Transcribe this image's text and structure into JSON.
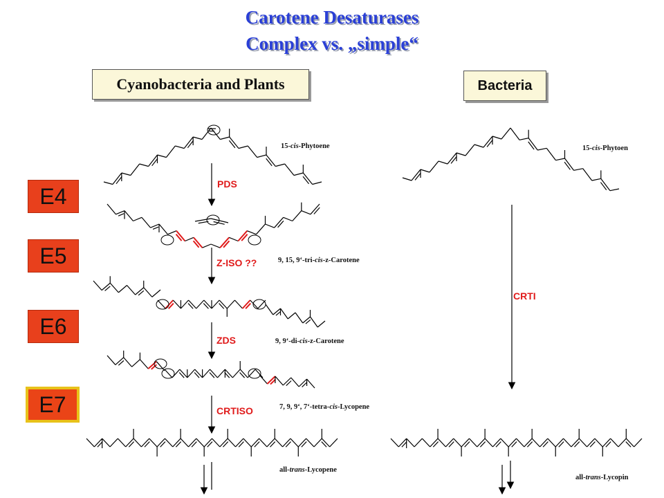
{
  "title_line1": "Carotene Desaturases",
  "title_line2": "Complex vs. „simple“",
  "group_left": "Cyanobacteria and Plants",
  "group_right": "Bacteria",
  "stages": {
    "e4": "E4",
    "e5": "E5",
    "e6": "E6",
    "e7": "E7"
  },
  "enzymes": {
    "pds": "PDS",
    "ziso": "Z-ISO ??",
    "zds": "ZDS",
    "crtiso": "CRTISO",
    "crti": "CRTI"
  },
  "compounds": {
    "phytoene_left": {
      "pre": "15-",
      "it": "cis",
      "post": "-Phytoene"
    },
    "zeta_tricis": {
      "pre": "9,  15, 9‘-tri-",
      "it": "cis",
      "post": "-z-Carotene"
    },
    "zeta_dicis": {
      "pre": "9, 9‘-di-",
      "it": "cis",
      "post": "-z-Carotene"
    },
    "lycopene_tetracis": {
      "pre": "7, 9, 9‘, 7‘-tetra-",
      "it": "cis",
      "post": "-Lycopene"
    },
    "lycopene_trans_left": {
      "pre": "all-",
      "it": "trans",
      "post": "-Lycopene"
    },
    "phytoene_right": {
      "pre": "15-",
      "it": "cis",
      "post": "-Phytoen"
    },
    "lycopene_trans_right": {
      "pre": "all-",
      "it": "trans",
      "post": "-Lycopin"
    }
  },
  "colors": {
    "title": "#2a3fd6",
    "stage_box": "#e8401c",
    "stage_highlight_border": "#e8c21a",
    "enzyme_text": "#e01b1b",
    "new_double_bond": "#e01b1b"
  }
}
